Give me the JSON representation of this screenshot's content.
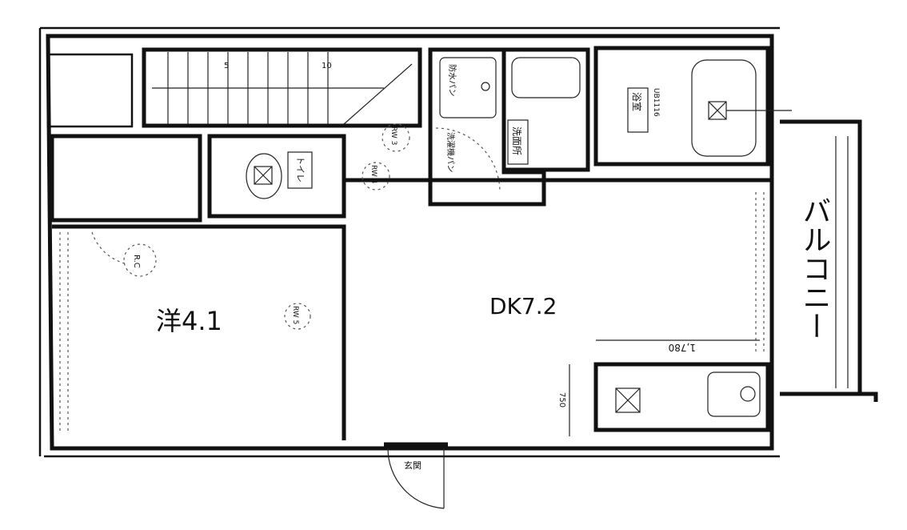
{
  "rooms": {
    "western": "洋4.1",
    "dk": "DK7.2",
    "balcony": "バルコニー",
    "entrance": "玄関",
    "toilet": "トイレ",
    "washroom": "洗面所",
    "bath": "浴室",
    "bath_unit": "UB1116",
    "laundry_pan": "防水パン",
    "laundry_size": "洗濯機パン"
  },
  "dimensions": {
    "counter_width": "1,780",
    "counter_depth": "750"
  },
  "markers": {
    "rc": "R.C",
    "rw3": "RW 3",
    "rw4": "RW 4",
    "rw5": "RW 5"
  },
  "stairs": {
    "step5": "5",
    "step10": "10"
  },
  "colors": {
    "ink": "#111111",
    "paper": "#ffffff"
  }
}
